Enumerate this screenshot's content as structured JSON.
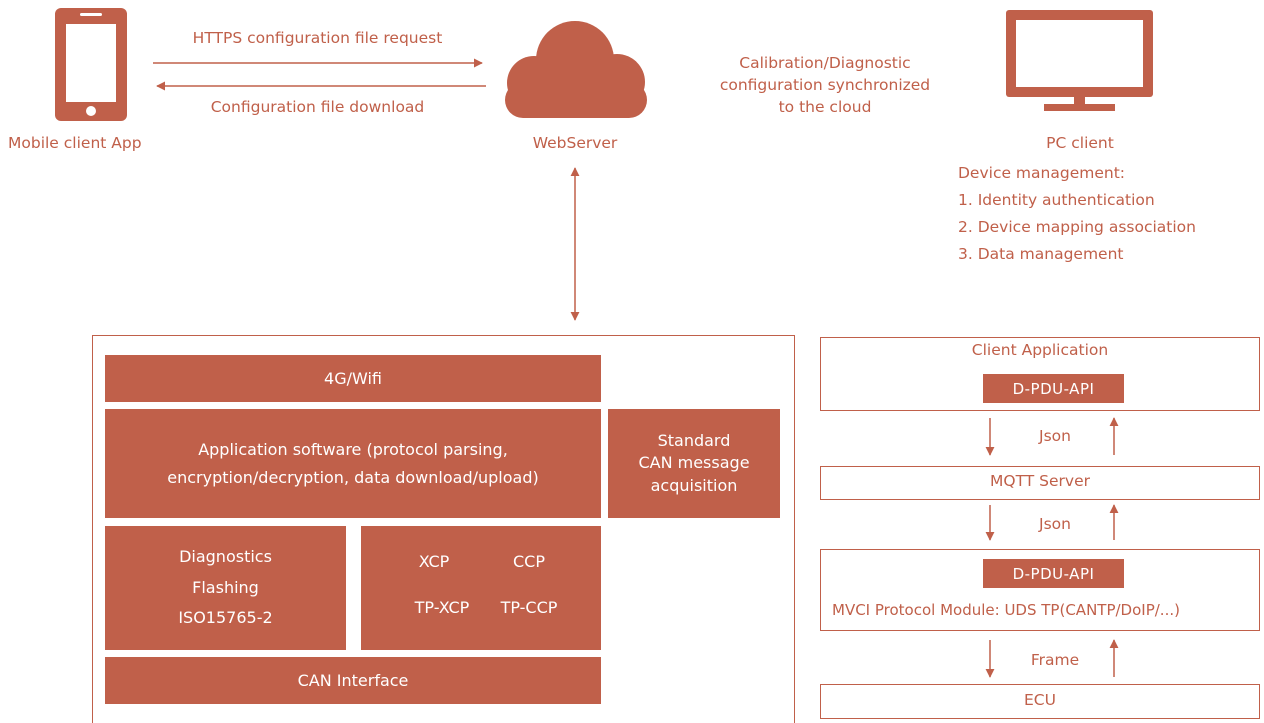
{
  "colors": {
    "accent": "#c0604a",
    "background": "#ffffff"
  },
  "top": {
    "mobile_label": "Mobile client App",
    "request_label": "HTTPS configuration file request",
    "download_label": "Configuration file download",
    "webserver_label": "WebServer",
    "sync_lines": [
      "Calibration/Diagnostic",
      "configuration synchronized",
      "to the cloud"
    ],
    "pc_label": "PC client",
    "device_mgmt": {
      "title": "Device management:",
      "items": [
        "1. Identity authentication",
        "2. Device mapping association",
        "3. Data management"
      ]
    }
  },
  "device": {
    "wifi": "4G/Wifi",
    "app_software": [
      "Application software (protocol parsing,",
      "encryption/decryption, data download/upload)"
    ],
    "can_acq": [
      "Standard",
      "CAN message",
      "acquisition"
    ],
    "diag": [
      "Diagnostics",
      "Flashing",
      "ISO15765-2"
    ],
    "protocols": {
      "xcp": "XCP",
      "ccp": "CCP",
      "tp_xcp": "TP-XCP",
      "tp_ccp": "TP-CCP"
    },
    "can_interface": "CAN Interface"
  },
  "stack": {
    "client_app": "Client Application",
    "pdu_api_top": "D-PDU-API",
    "json_1": "Json",
    "mqtt": "MQTT Server",
    "json_2": "Json",
    "pdu_api_bottom": "D-PDU-API",
    "mvci": "MVCI Protocol Module: UDS TP(CANTP/DoIP/...)",
    "frame": "Frame",
    "ecu": "ECU"
  },
  "icons": [
    "phone-icon",
    "cloud-icon",
    "monitor-icon"
  ]
}
